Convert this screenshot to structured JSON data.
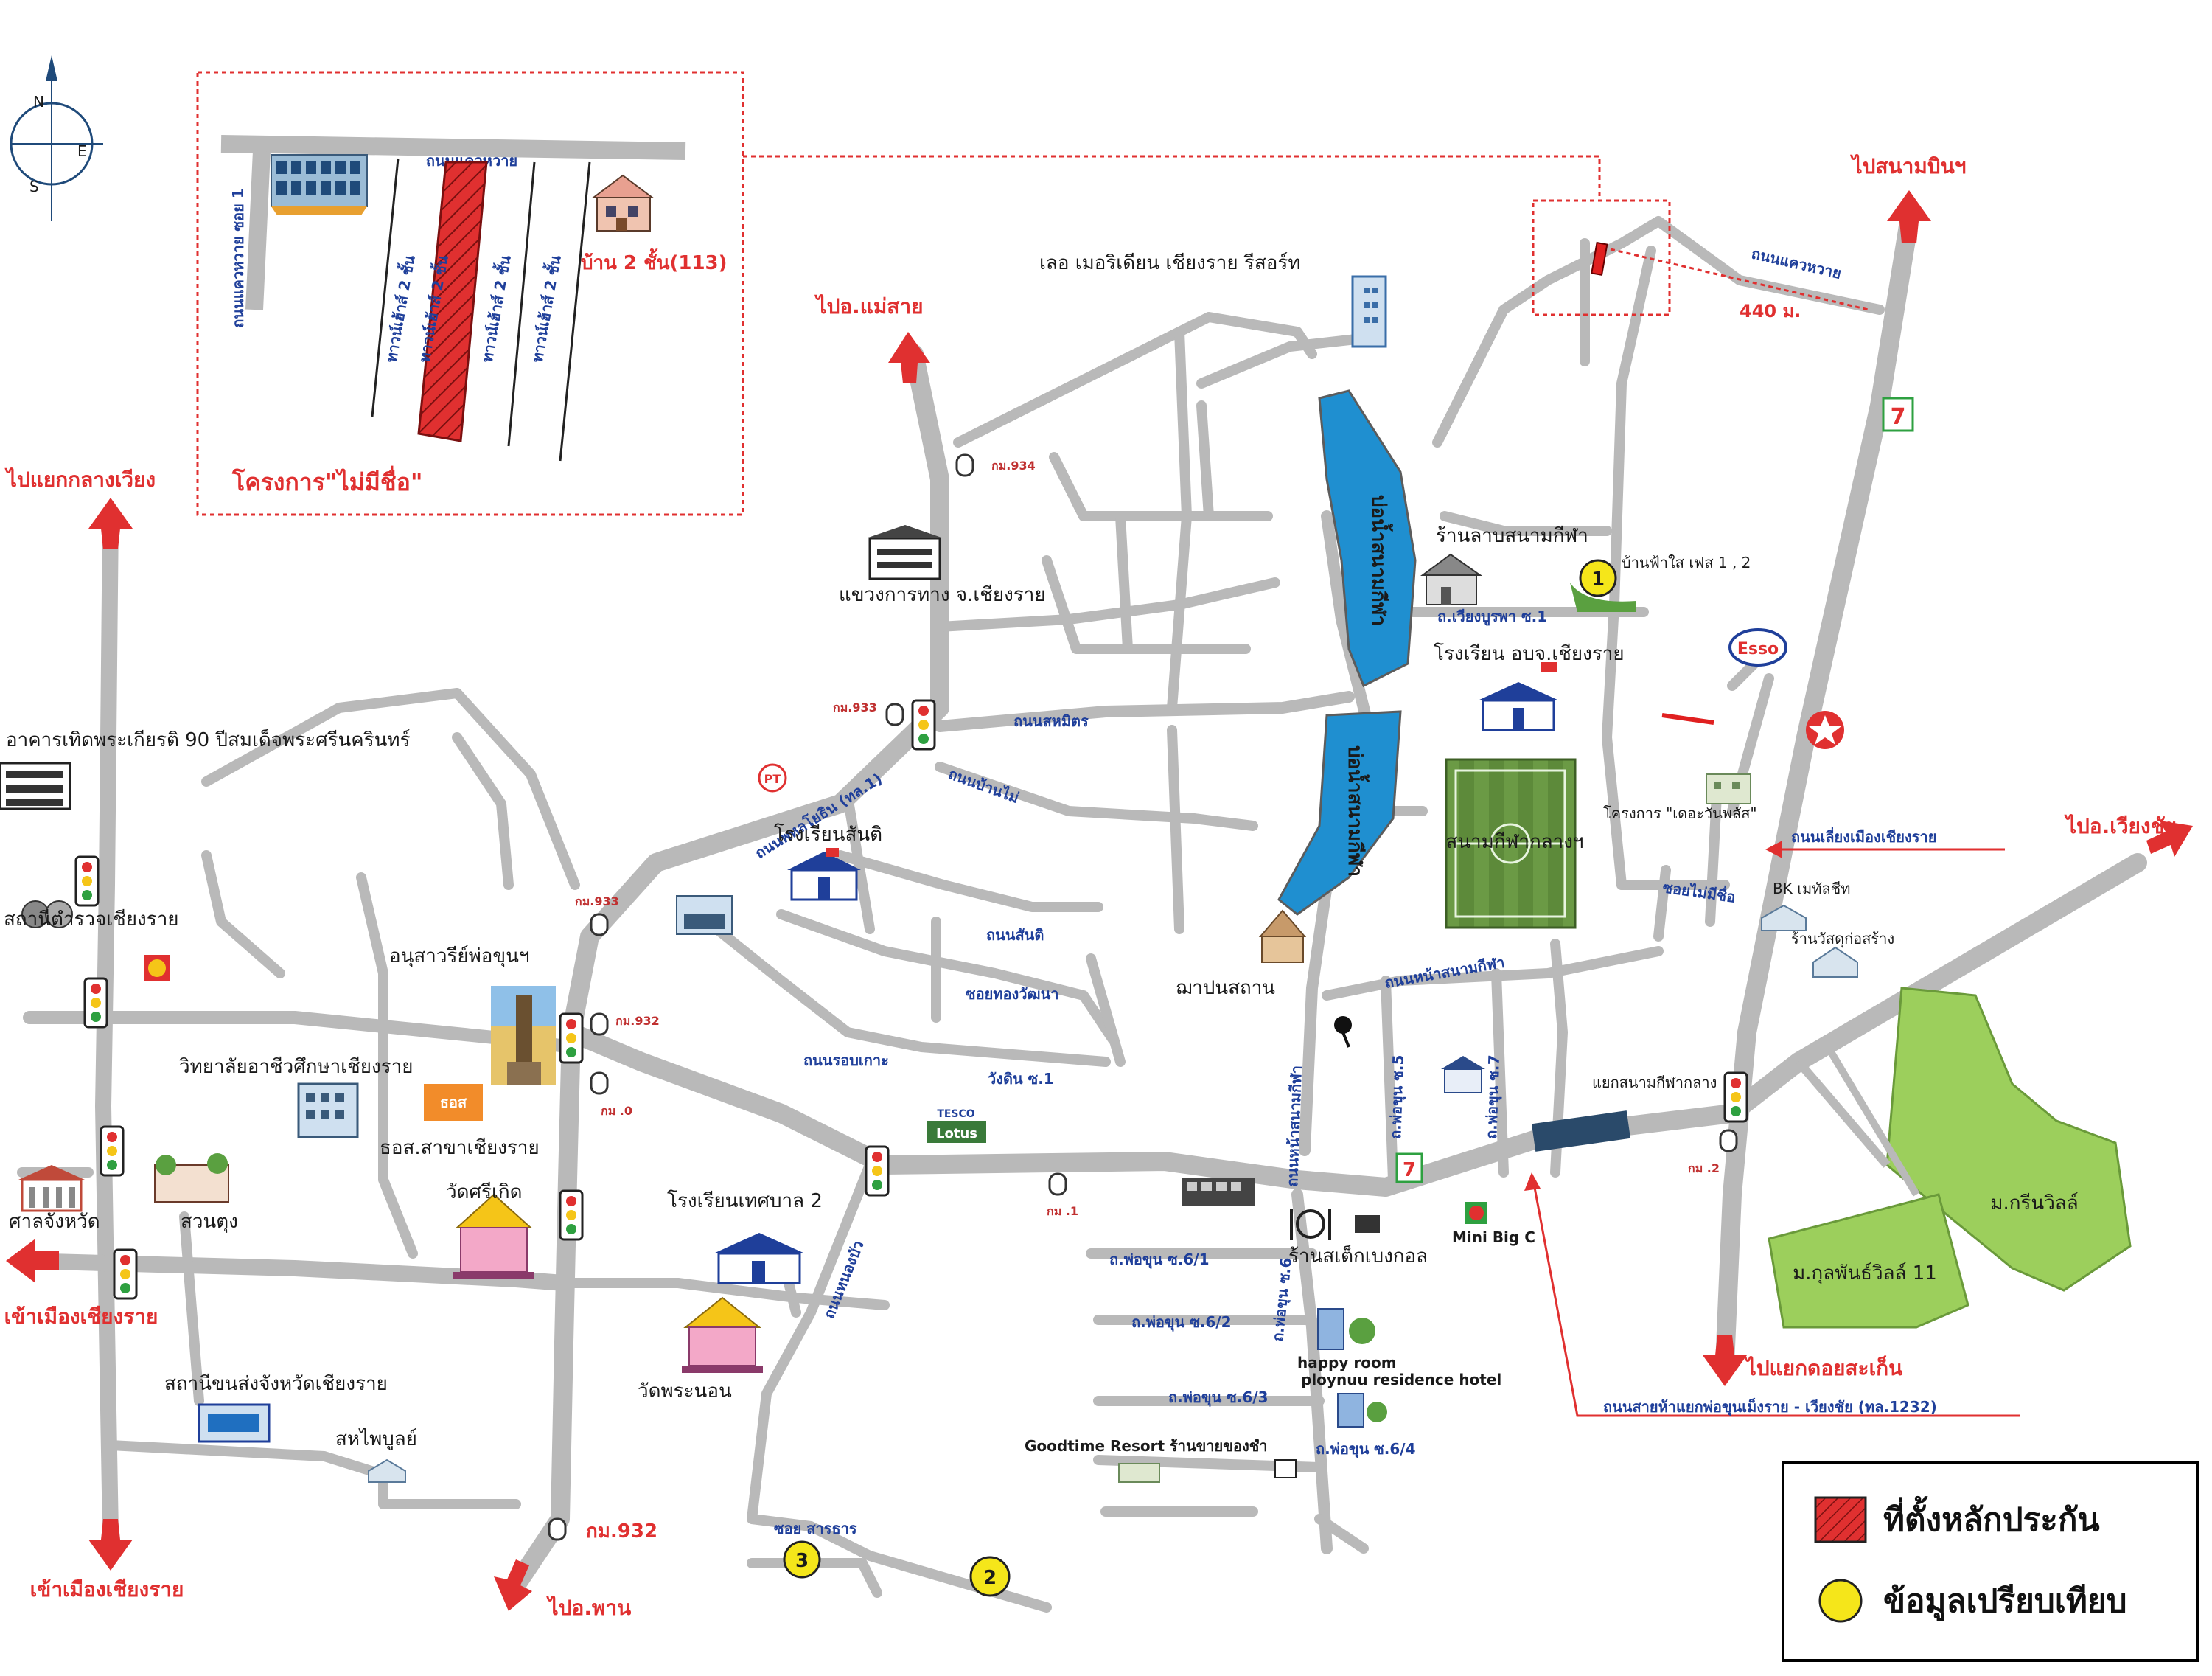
{
  "compass": {
    "n": "N",
    "e": "E",
    "s": "S"
  },
  "inset": {
    "road_top": "ถนนแควหวาย",
    "road_left": "ถนนแควหวาย ซอย 1",
    "house_label": "บ้าน 2 ชั้น(113)",
    "townhouse_1": "ทาวน์เฮ้าส์ 2 ชั้น",
    "townhouse_2": "ทาวน์เฮ้าส์ 2 ชั้น",
    "townhouse_3": "ทาวน์เฮ้าส์ 2 ชั้น",
    "townhouse_4": "ทาวน์เฮ้าส์ 2 ชั้น",
    "project_label": "โครงการ\"ไม่มีชื่อ\""
  },
  "directions": {
    "airport": "ไปสนามบินฯ",
    "mae_sai": "ไปอ.แม่สาย",
    "klang_wiang": "ไปแยกกลางเวียง",
    "wiang_chai": "ไปอ.เวียงชัย",
    "city_west": "เข้าเมืองเชียงราย",
    "city_south": "เข้าเมืองเชียงราย",
    "phan": "ไปอ.พาน",
    "doi_saket": "ไปแยกดอยสะเก็น"
  },
  "streets": {
    "khwae_wai": "ถนนแควหวาย",
    "dist_440": "440 ม.",
    "phahonyothin": "ถนนพหลโยธิน (ทล.1)",
    "sanambin": "ถนนสหมิตร",
    "ban_mai": "ถนนบ้านไม่",
    "santi": "ถนนสันติ",
    "thong_watthana": "ซอยทองวัฒนา",
    "rop_koh": "ถนนรอบเกาะ",
    "wang_din": "วังดิน ซ.1",
    "wiang_burapha": "ถ.เวียงบูรพา ซ.1",
    "bypass": "ถนนเลี่ยงเมืองเชียงราย",
    "soi_mai_mi_chue": "ซอยไม่มีชื่อ",
    "na_sanam": "ถนนหน้าสนามกีฬา",
    "na_sanam_v": "ถนนหน้าสนามกีฬา",
    "pho_khun_5": "ถ.พ่อขุน ซ.5",
    "pho_khun_7": "ถ.พ่อขุน ซ.7",
    "pho_khun_6": "ถ.พ่อขุน ซ.6",
    "pho_khun_6_1": "ถ.พ่อขุน ซ.6/1",
    "pho_khun_6_2": "ถ.พ่อขุน ซ.6/2",
    "pho_khun_6_3": "ถ.พ่อขุน ซ.6/3",
    "pho_khun_6_4": "ถ.พ่อขุน ซ.6/4",
    "nong_bua": "ถนนหนองบัว",
    "soi_sarathan": "ซอย สารธาร",
    "hwy_1232": "ถนนสายห้าแยกพ่อขุนเม็งราย - เวียงชัย (ทล.1232)"
  },
  "km_posts": [
    "กม.934",
    "กม.933",
    "กม.933",
    "กม.932",
    "กม .0",
    "กม .1",
    "กม .2",
    "กม.932"
  ],
  "places": {
    "le_meridien": "เลอ เมอริเดียน เชียงราย รีสอร์ท",
    "highway_office": "แขวงการทาง จ.เชียงราย",
    "lab_shop": "ร้านลาบสนามกีฬา",
    "ban_fa_sai": "บ้านฟ้าใส เฟส 1 , 2",
    "school_obj": "โรงเรียน อบจ.เชียงราย",
    "stadium": "สนามกีฬากลางฯ",
    "the_one_plus": "โครงการ \"เดอะวันพลัส\"",
    "bk_metal": "BK เมทัลชีท",
    "construction_shop": "ร้านวัสดุก่อสร้าง",
    "santi_school": "โรงเรียนสันติ",
    "chapel": "ฌาปนสถาน",
    "king_monument": "อนุสาวรีย์พ่อขุนฯ",
    "hall_90": "อาคารเทิดพระเกียรติ 90 ปีสมเด็จพระศรีนครินทร์",
    "police": "สถานีตำรวจเชียงราย",
    "college": "วิทยาลัยอาชีวศึกษาเชียงราย",
    "baac": "ธอส.สาขาเชียงราย",
    "court": "ศาลจังหวัด",
    "suan_tung": "สวนตุง",
    "wat_si_koet": "วัดศรีเกิด",
    "municipal_school": "โรงเรียนเทศบาล 2",
    "wat_phra_non": "วัดพระนอน",
    "bus_station": "สถานีขนส่งจังหวัดเชียงราย",
    "saha_phaibun": "สหไพบูลย์",
    "noodle_shop": "ร้านสเต็กเบงกอล",
    "mini_big_c": "Mini Big C",
    "happy_room": "happy room",
    "ploy_nuu": "ploynuu residence hotel",
    "goodtime": "Goodtime Resort ร้านขายของชำ",
    "stadium_junction": "แยกสนามกีฬากลาง",
    "green_ville": "ม.กรีนวิลล์",
    "kulaphan_ville": "ม.กุลพันธ์วิลล์ 11",
    "pond_upper": "บ่อน้ำสนามกีฬา",
    "pond_lower": "บ่อน้ำสนามกีฬา"
  },
  "brands": {
    "lotus_top": "TESCO",
    "lotus_bottom": "Lotus",
    "esso": "Esso",
    "pt": "PT",
    "seven": "7",
    "baac_logo": "ธอส"
  },
  "markers": [
    "1",
    "2",
    "3"
  ],
  "legend": {
    "collateral": "ที่ตั้งหลักประกัน",
    "comparable": "ข้อมูลเปรียบเทียบ"
  },
  "colors": {
    "road": "#b9b9b9",
    "arrow": "#e03030",
    "pond": "#1f8fd0",
    "village": "#9ccf5c",
    "marker": "#f5e61a",
    "street_text": "#1f3f9a",
    "collateral": "#e02020"
  }
}
